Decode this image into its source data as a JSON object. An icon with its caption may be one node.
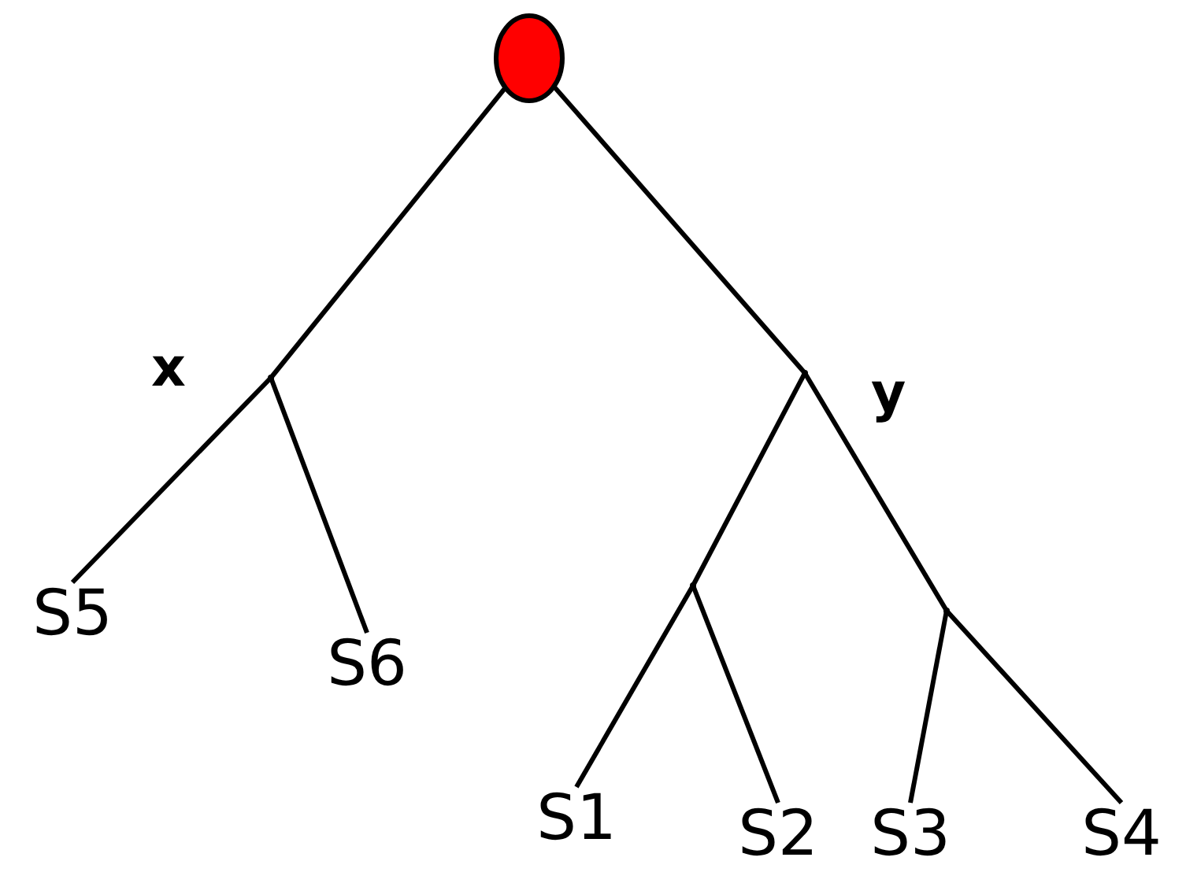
{
  "diagram": {
    "nodes": [
      {
        "text": [],
        "shape": "circle"
      },
      {
        "text": [],
        "shape": "point",
        "beside": [
          "x"
        ]
      },
      {
        "text": [],
        "shape": "point",
        "beside": [
          "y"
        ]
      },
      {
        "text": [
          "S5"
        ]
      },
      {
        "text": [
          "S6"
        ]
      },
      {
        "text": [],
        "shape": "point"
      },
      {
        "text": [],
        "shape": "point"
      },
      {
        "text": [
          "S1"
        ]
      },
      {
        "text": [
          "S2"
        ]
      },
      {
        "text": [
          "S3"
        ]
      },
      {
        "text": [
          "S4"
        ]
      }
    ],
    "edges": [
      {
        "from": 0,
        "to": 1,
        "arrow": "none"
      },
      {
        "from": 0,
        "to": 2,
        "arrow": "none"
      },
      {
        "from": 1,
        "to": 3,
        "arrow": "none"
      },
      {
        "from": 1,
        "to": 4,
        "arrow": "none"
      },
      {
        "from": 2,
        "to": 5,
        "arrow": "none"
      },
      {
        "from": 2,
        "to": 6,
        "arrow": "none"
      },
      {
        "from": 5,
        "to": 7,
        "arrow": "none"
      },
      {
        "from": 5,
        "to": 8,
        "arrow": "none"
      },
      {
        "from": 6,
        "to": 9,
        "arrow": "none"
      },
      {
        "from": 6,
        "to": 10,
        "arrow": "none"
      }
    ]
  }
}
